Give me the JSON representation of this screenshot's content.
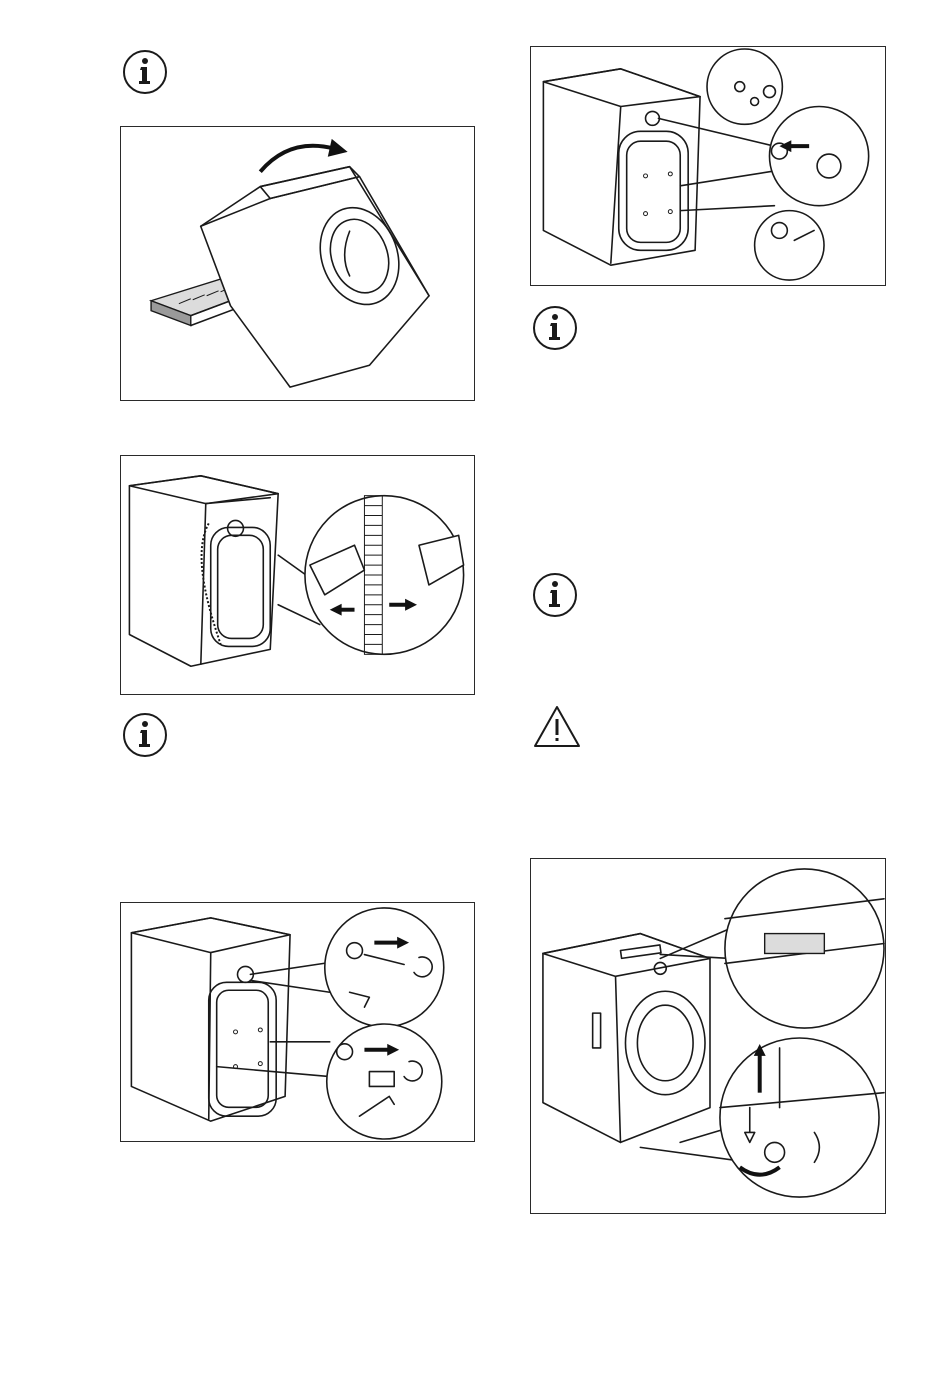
{
  "page": {
    "left_column": {
      "info_icon_1": "info-icon",
      "figure_tilt": {
        "icon": "washing-machine-tilt-polystyrene-illustration"
      },
      "figure_hose_clip": {
        "icon": "hose-clip-removal-illustration"
      },
      "info_icon_2": "info-icon",
      "figure_bolts": {
        "icon": "transit-bolt-removal-illustration"
      }
    },
    "right_column": {
      "figure_caps": {
        "icon": "plastic-caps-insertion-illustration"
      },
      "info_icon_3": "info-icon",
      "info_icon_4": "info-icon",
      "warning_icon": "warning-triangle-icon",
      "figure_level": {
        "icon": "levelling-feet-adjustment-illustration"
      }
    }
  }
}
